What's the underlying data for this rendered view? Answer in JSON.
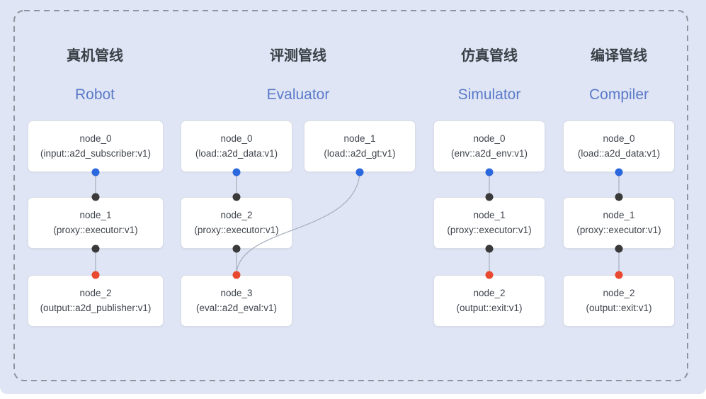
{
  "pipelines": [
    {
      "title_zh": "真机管线",
      "title_en": "Robot",
      "nodes": [
        {
          "name": "node_0",
          "type": "(input::a2d_subscriber:v1)"
        },
        {
          "name": "node_1",
          "type": "(proxy::executor:v1)"
        },
        {
          "name": "node_2",
          "type": "(output::a2d_publisher:v1)"
        }
      ],
      "edges": [
        "node_0 -> node_1",
        "node_1 -> node_2"
      ]
    },
    {
      "title_zh": "评测管线",
      "title_en": "Evaluator",
      "nodes": [
        {
          "name": "node_0",
          "type": "(load::a2d_data:v1)"
        },
        {
          "name": "node_1",
          "type": "(load::a2d_gt:v1)"
        },
        {
          "name": "node_2",
          "type": "(proxy::executor:v1)"
        },
        {
          "name": "node_3",
          "type": "(eval::a2d_eval:v1)"
        }
      ],
      "edges": [
        "node_0 -> node_2",
        "node_2 -> node_3",
        "node_1 -> node_3"
      ]
    },
    {
      "title_zh": "仿真管线",
      "title_en": "Simulator",
      "nodes": [
        {
          "name": "node_0",
          "type": "(env::a2d_env:v1)"
        },
        {
          "name": "node_1",
          "type": "(proxy::executor:v1)"
        },
        {
          "name": "node_2",
          "type": "(output::exit:v1)"
        }
      ],
      "edges": [
        "node_0 -> node_1",
        "node_1 -> node_2"
      ]
    },
    {
      "title_zh": "编译管线",
      "title_en": "Compiler",
      "nodes": [
        {
          "name": "node_0",
          "type": "(load::a2d_data:v1)"
        },
        {
          "name": "node_1",
          "type": "(proxy::executor:v1)"
        },
        {
          "name": "node_2",
          "type": "(output::exit:v1)"
        }
      ],
      "edges": [
        "node_0 -> node_1",
        "node_1 -> node_2"
      ]
    }
  ],
  "colors": {
    "background": "#dfe5f4",
    "dashed_border": "#8e939d",
    "node_bg": "#ffffff",
    "node_border": "#d9dde7",
    "title_zh": "#3b4047",
    "title_en": "#5b7ac9",
    "edge_line": "#a6aebd",
    "dot_blue": "#2b68dd",
    "dot_black": "#3a3a3a",
    "dot_red": "#e8492f"
  }
}
